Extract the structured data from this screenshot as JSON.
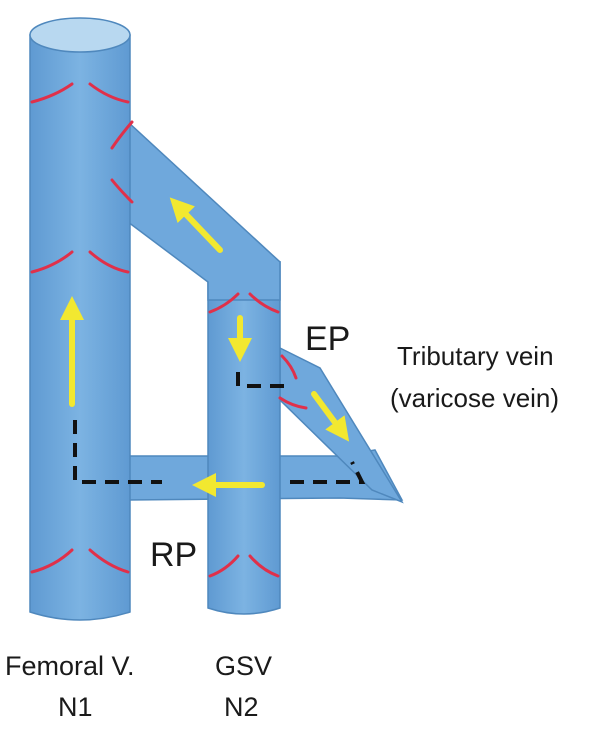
{
  "labels": {
    "ep": "EP",
    "rp": "RP",
    "tributary_line1": "Tributary vein",
    "tributary_line2": "(varicose vein)",
    "femoral_name": "Femoral V.",
    "femoral_code": "N1",
    "gsv_name": "GSV",
    "gsv_code": "N2"
  },
  "colors": {
    "vein_fill": "#6fa8dc",
    "vein_top": "#b8d8f0",
    "vein_edge": "#4f88bd",
    "valve": "#e0304a",
    "flow_arrow": "#f2e830",
    "flow_arrow_outline": "#b8a800",
    "circuit_line": "#111111"
  }
}
